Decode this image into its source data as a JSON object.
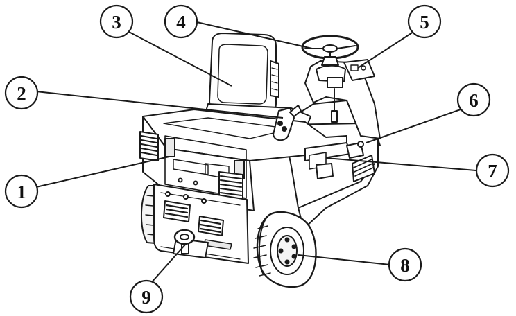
{
  "diagram": {
    "subject": "ride-on tow tractor line drawing",
    "line_color": "#1a1a1a",
    "callouts": [
      {
        "label": "1"
      },
      {
        "label": "2"
      },
      {
        "label": "3"
      },
      {
        "label": "4"
      },
      {
        "label": "5"
      },
      {
        "label": "6"
      },
      {
        "label": "7"
      },
      {
        "label": "8"
      },
      {
        "label": "9"
      }
    ]
  }
}
